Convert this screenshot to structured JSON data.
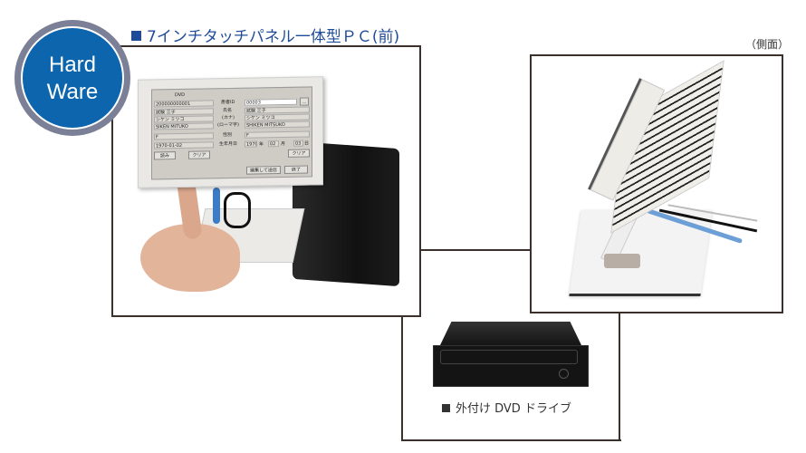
{
  "badge": {
    "line1": "Hard",
    "line2": "Ware",
    "fill_color": "#0d66ad",
    "ring_color": "#7b8097"
  },
  "title": "7インチタッチパネル一体型ＰＣ(前)",
  "title_color": "#1f4c98",
  "side_label": "（側面）",
  "dvd_caption": "外付け DVD ドライブ",
  "screen": {
    "header": "DVD",
    "left_fields": [
      "200000000001",
      "試験 三子",
      "シケン ミツコ",
      "SIKEN MITUKO",
      "F",
      "1970-01-02"
    ],
    "labels": [
      "患者ID",
      "氏名",
      "(カナ)",
      "(ローマ字)",
      "性別",
      "生年月日"
    ],
    "right_fields": [
      "00003",
      "試験 三子",
      "シケン ミツコ",
      "SHIKEN MITSUKO",
      "F"
    ],
    "birth": {
      "year": "1970",
      "year_unit": "年",
      "month": "02",
      "month_unit": "月",
      "day": "03",
      "day_unit": "日"
    },
    "buttons": {
      "read": "読み",
      "clear_left": "クリア",
      "clear_right": "クリア",
      "edit_send": "編集して送信",
      "exit": "終了",
      "browse": "..."
    }
  }
}
